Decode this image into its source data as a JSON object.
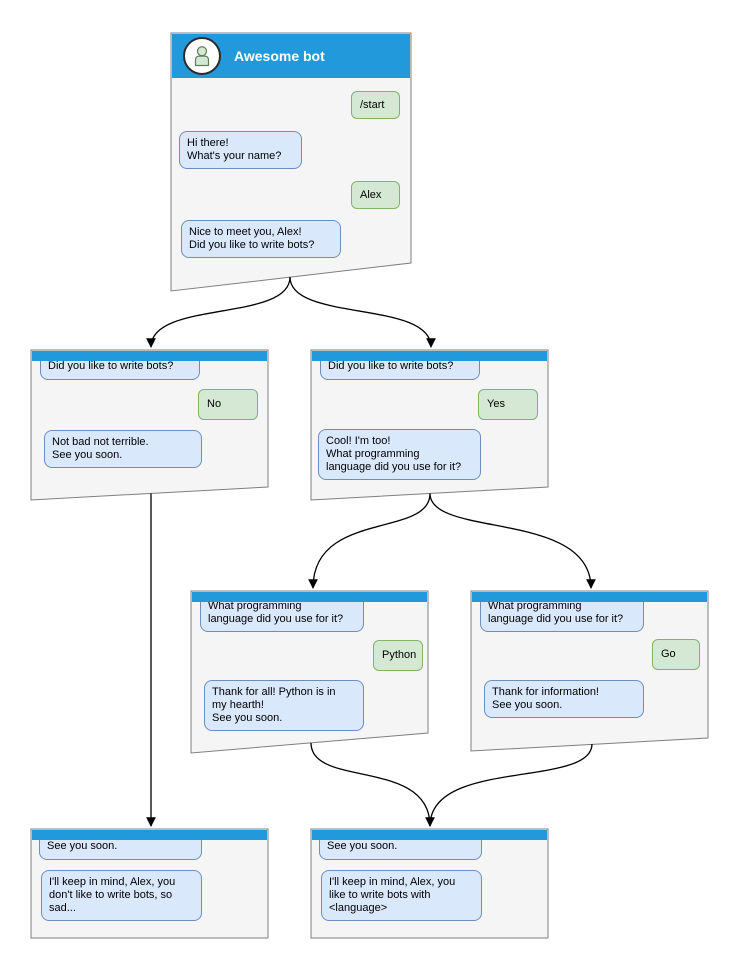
{
  "colors": {
    "header_blue": "#2299DB",
    "window_bg": "#F5F5F5",
    "window_border": "#7F7F7F",
    "bot_bubble_bg": "#DAE8FC",
    "bot_bubble_border": "#6C8EBF",
    "user_bubble_bg": "#D5E8D4",
    "user_bubble_border": "#82B366",
    "arrow": "#000000",
    "title_text": "#FFFFFF"
  },
  "windows": [
    {
      "key": "start",
      "title": "Awesome bot",
      "messages": [
        {
          "from": "user",
          "text": "/start"
        },
        {
          "from": "bot",
          "text": "Hi there!\nWhat's your name?"
        },
        {
          "from": "user",
          "text": "Alex"
        },
        {
          "from": "bot",
          "text": "Nice to meet you, Alex!\nDid you like to write bots?"
        }
      ]
    },
    {
      "key": "branch-no",
      "messages": [
        {
          "from": "bot",
          "text": "Did you like to write bots?"
        },
        {
          "from": "user",
          "text": "No"
        },
        {
          "from": "bot",
          "text": "Not bad not terrible.\nSee you soon."
        }
      ]
    },
    {
      "key": "branch-yes",
      "messages": [
        {
          "from": "bot",
          "text": "Did you like to write bots?"
        },
        {
          "from": "user",
          "text": "Yes"
        },
        {
          "from": "bot",
          "text": "Cool! I'm too!\nWhat programming\nlanguage did you use for it?"
        }
      ]
    },
    {
      "key": "python",
      "messages": [
        {
          "from": "bot",
          "text": "What programming\nlanguage did you use for it?"
        },
        {
          "from": "user",
          "text": "Python"
        },
        {
          "from": "bot",
          "text": "Thank for all! Python is in\nmy hearth!\nSee you soon."
        }
      ]
    },
    {
      "key": "go",
      "messages": [
        {
          "from": "bot",
          "text": "What programming\nlanguage did you use for it?"
        },
        {
          "from": "user",
          "text": "Go"
        },
        {
          "from": "bot",
          "text": "Thank for information!\nSee you soon."
        }
      ]
    },
    {
      "key": "end-no",
      "messages": [
        {
          "from": "bot",
          "text": "See you soon."
        },
        {
          "from": "bot",
          "text": "I'll keep in mind, Alex, you\ndon't like to write bots, so\nsad..."
        }
      ]
    },
    {
      "key": "end-yes",
      "messages": [
        {
          "from": "bot",
          "text": "See you soon."
        },
        {
          "from": "bot",
          "text": "I'll keep in mind, Alex, you\nlike to write bots with\n<language>"
        }
      ]
    }
  ],
  "edges": [
    {
      "from": "start",
      "to": "branch-no"
    },
    {
      "from": "start",
      "to": "branch-yes"
    },
    {
      "from": "branch-no",
      "to": "end-no"
    },
    {
      "from": "branch-yes",
      "to": "python"
    },
    {
      "from": "branch-yes",
      "to": "go"
    },
    {
      "from": "python",
      "to": "end-yes"
    },
    {
      "from": "go",
      "to": "end-yes"
    }
  ]
}
